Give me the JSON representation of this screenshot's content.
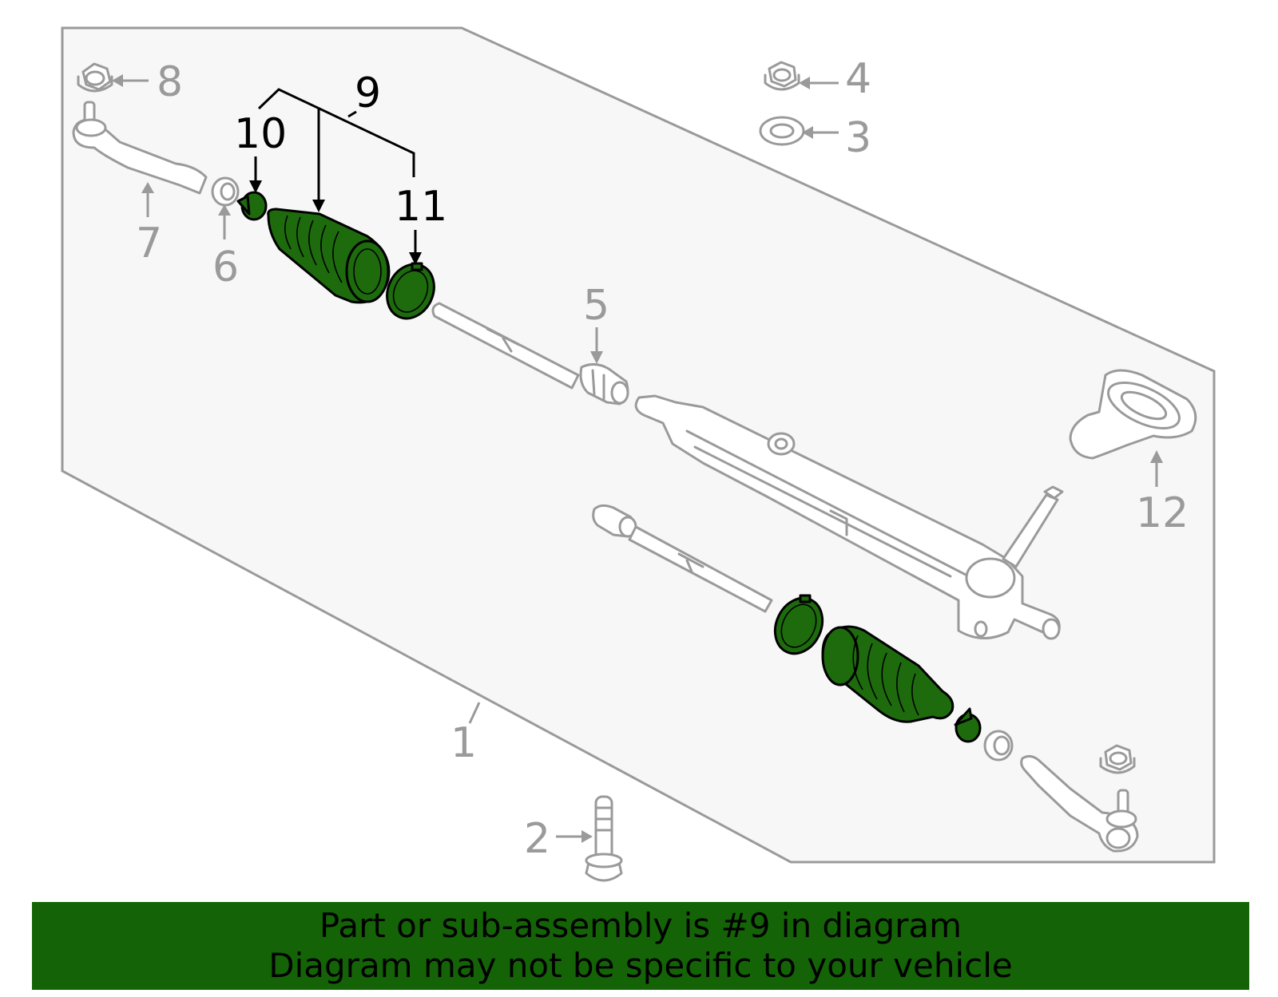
{
  "callouts": {
    "c1": "1",
    "c2": "2",
    "c3": "3",
    "c4": "4",
    "c5": "5",
    "c6": "6",
    "c7": "7",
    "c8": "8",
    "c9": "9",
    "c10": "10",
    "c11": "11",
    "c12": "12"
  },
  "highlighted_part": "9",
  "colors": {
    "highlight": "#1e6b0e",
    "banner": "#146407",
    "outline": "#9a9a9a",
    "panel": "#f7f7f7"
  },
  "banner": {
    "line1": "Part or sub-assembly is #9 in diagram",
    "line2": "Diagram may not be specific to your vehicle"
  }
}
